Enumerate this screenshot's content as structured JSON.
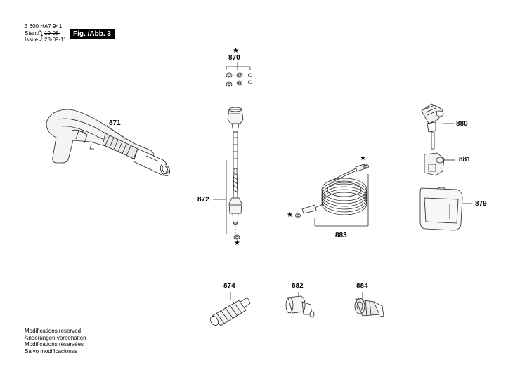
{
  "header": {
    "doc_number": "3 600 HA7 941",
    "stand_label": "Stand",
    "issue_label": "Issue",
    "stand_date": "19-08-",
    "issue_date": "23-09-11",
    "figure_label": "Fig. /Abb. 3"
  },
  "parts": {
    "p870": "870",
    "p871": "871",
    "p872": "872",
    "p880": "880",
    "p881": "881",
    "p879": "879",
    "p883": "883",
    "p874": "874",
    "p882": "882",
    "p884": "884"
  },
  "marker": "★",
  "footer": {
    "line1": "Modifications reserved",
    "line2": "Änderungen vorbehalten",
    "line3": "Modifications réservées",
    "line4": "Salvo modificaciones"
  }
}
